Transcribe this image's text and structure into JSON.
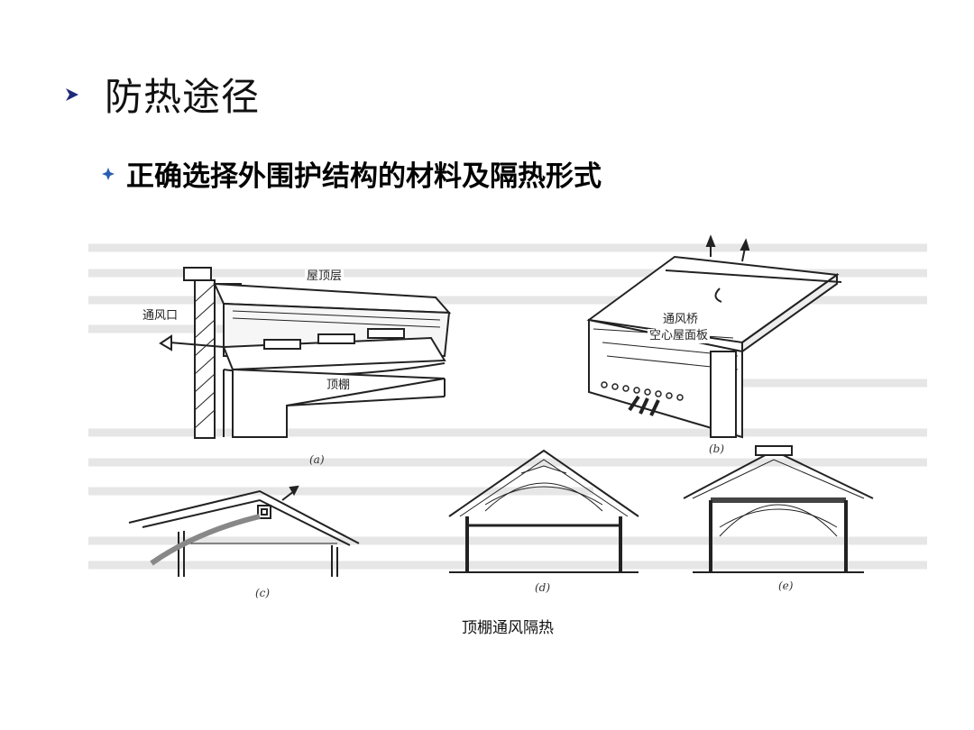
{
  "heading": {
    "text": "防热途径",
    "bullet_icon": "arrow-bullet-icon",
    "bullet_color": "#1f2a7a"
  },
  "subheading": {
    "text": "正确选择外围护结构的材料及隔热形式",
    "bullet_icon": "diamond-bullet-icon",
    "bullet_color": "#2a5db0"
  },
  "figure": {
    "labels": {
      "roof_layer": "屋顶层",
      "vent_opening": "通风口",
      "ceiling": "顶棚",
      "vent_bridge": "通风桥",
      "hollow_roof_panel": "空心屋面板"
    },
    "sub_captions": {
      "a": "(a)",
      "b": "(b)",
      "c": "(c)",
      "d": "(d)",
      "e": "(e)"
    },
    "caption": "顶棚通风隔热"
  }
}
